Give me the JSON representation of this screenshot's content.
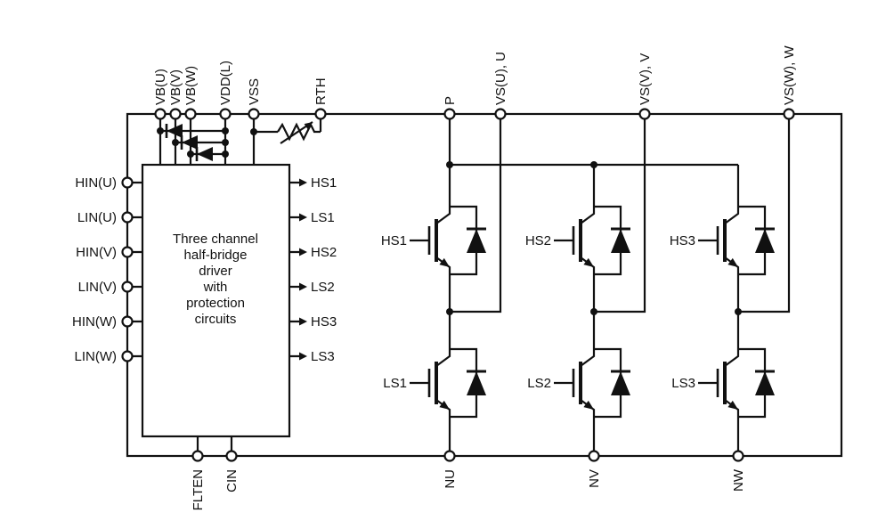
{
  "pins": {
    "top": [
      {
        "label": "VB(U)"
      },
      {
        "label": "VB(V)"
      },
      {
        "label": "VB(W)"
      },
      {
        "label": "VDD(L)"
      },
      {
        "label": "VSS"
      },
      {
        "label": "RTH"
      },
      {
        "label": "P"
      },
      {
        "label": "VS(U), U"
      },
      {
        "label": "VS(V), V"
      },
      {
        "label": "VS(W), W"
      }
    ],
    "left": [
      {
        "label": "HIN(U)"
      },
      {
        "label": "LIN(U)"
      },
      {
        "label": "HIN(V)"
      },
      {
        "label": "LIN(V)"
      },
      {
        "label": "HIN(W)"
      },
      {
        "label": "LIN(W)"
      }
    ],
    "bottom": [
      {
        "label": "FLTEN"
      },
      {
        "label": "CIN"
      },
      {
        "label": "NU"
      },
      {
        "label": "NV"
      },
      {
        "label": "NW"
      }
    ]
  },
  "driver_block": {
    "lines": [
      "Three channel",
      "half-bridge",
      "driver",
      "with",
      "protection",
      "circuits"
    ]
  },
  "driver_outputs": [
    {
      "label": "HS1"
    },
    {
      "label": "LS1"
    },
    {
      "label": "HS2"
    },
    {
      "label": "LS2"
    },
    {
      "label": "HS3"
    },
    {
      "label": "LS3"
    }
  ],
  "transistors": {
    "high_side": [
      {
        "label": "HS1"
      },
      {
        "label": "HS2"
      },
      {
        "label": "HS3"
      }
    ],
    "low_side": [
      {
        "label": "LS1"
      },
      {
        "label": "LS2"
      },
      {
        "label": "LS3"
      }
    ]
  },
  "colors": {
    "line": "#111111",
    "background": "#ffffff"
  }
}
